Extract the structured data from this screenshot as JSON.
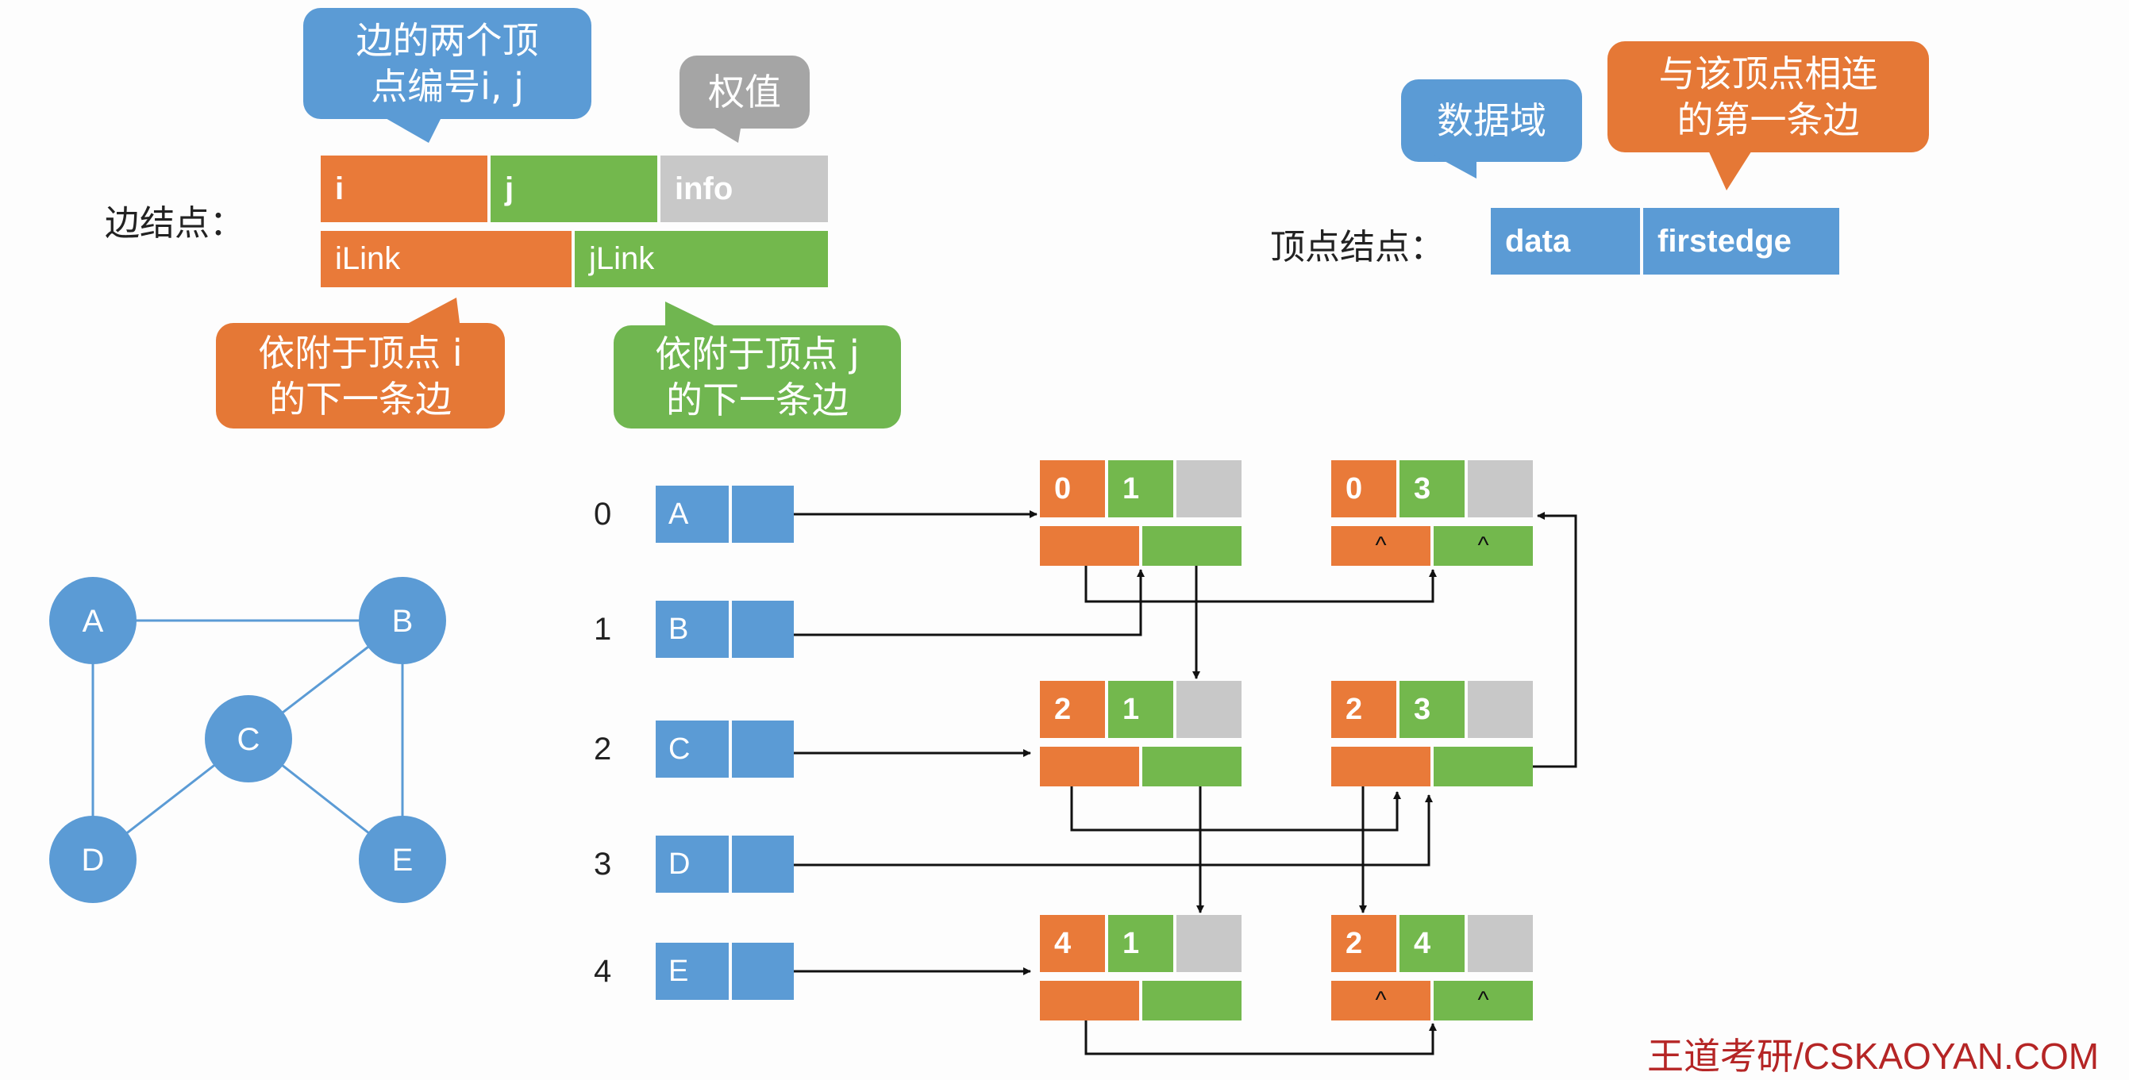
{
  "edge_node_template": {
    "label": "边结点：",
    "fields": {
      "i": "i",
      "j": "j",
      "info": "info",
      "ilink": "iLink",
      "jlink": "jLink"
    },
    "callouts": {
      "ij": "边的两个顶\n点编号i, j",
      "info": "权值",
      "ilink": "依附于顶点 i\n的下一条边",
      "jlink": "依附于顶点 j\n的下一条边"
    }
  },
  "vertex_node_template": {
    "label": "顶点结点：",
    "fields": {
      "data": "data",
      "firstedge": "firstedge"
    },
    "callouts": {
      "data": "数据域",
      "firstedge": "与该顶点相连\n的第一条边"
    }
  },
  "graph": {
    "vertices": [
      "A",
      "B",
      "C",
      "D",
      "E"
    ],
    "edges": [
      [
        "A",
        "B"
      ],
      [
        "A",
        "D"
      ],
      [
        "B",
        "C"
      ],
      [
        "B",
        "E"
      ],
      [
        "C",
        "D"
      ],
      [
        "C",
        "E"
      ]
    ]
  },
  "vertex_list": [
    {
      "index": "0",
      "data": "A"
    },
    {
      "index": "1",
      "data": "B"
    },
    {
      "index": "2",
      "data": "C"
    },
    {
      "index": "3",
      "data": "D"
    },
    {
      "index": "4",
      "data": "E"
    }
  ],
  "edge_nodes": [
    {
      "i": "0",
      "j": "1",
      "ilink": "",
      "jlink": ""
    },
    {
      "i": "0",
      "j": "3",
      "ilink": "^",
      "jlink": "^"
    },
    {
      "i": "2",
      "j": "1",
      "ilink": "",
      "jlink": ""
    },
    {
      "i": "2",
      "j": "3",
      "ilink": "",
      "jlink": ""
    },
    {
      "i": "4",
      "j": "1",
      "ilink": "",
      "jlink": ""
    },
    {
      "i": "2",
      "j": "4",
      "ilink": "^",
      "jlink": "^"
    }
  ],
  "colors": {
    "vertex_blue": "#5b9bd5",
    "orange": "#e97a39",
    "green": "#73b84d",
    "gray": "#c8c8c8",
    "watermark": "#b52525"
  },
  "watermark": "王道考研/CSKAOYAN.COM"
}
